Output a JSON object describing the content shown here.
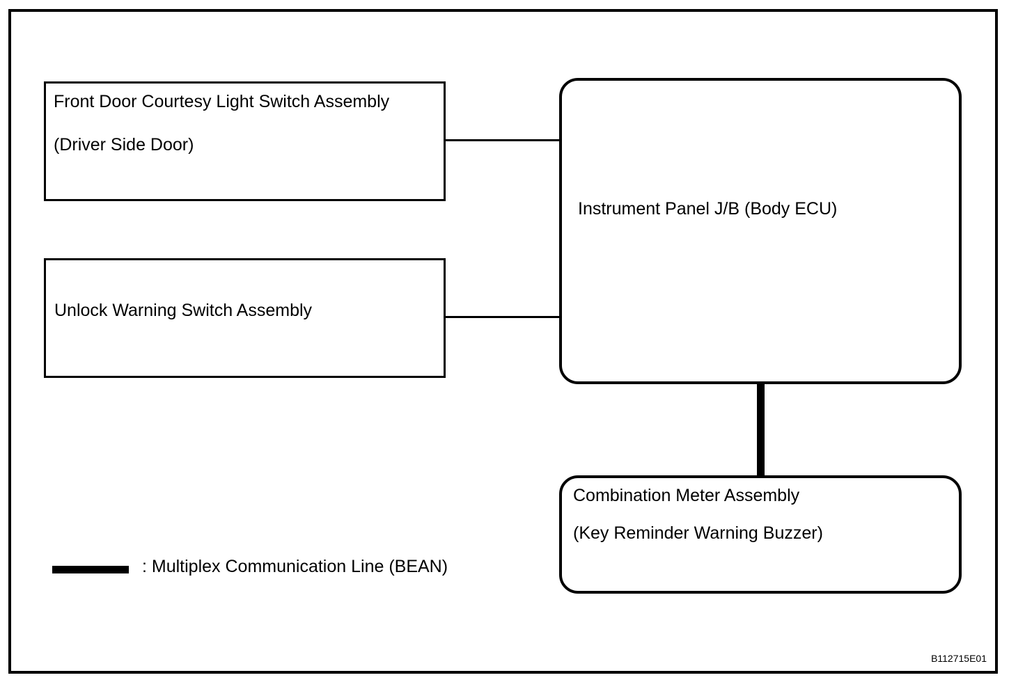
{
  "boxes": {
    "front_door_switch": {
      "line1": "Front Door Courtesy Light Switch Assembly",
      "line2": "(Driver Side Door)"
    },
    "unlock_warning_switch": {
      "label": "Unlock Warning Switch Assembly"
    },
    "instrument_panel_jb": {
      "label": "Instrument Panel J/B (Body ECU)"
    },
    "combination_meter": {
      "line1": "Combination Meter Assembly",
      "line2": "(Key Reminder Warning Buzzer)"
    }
  },
  "connections": [
    {
      "from": "front_door_switch",
      "to": "instrument_panel_jb",
      "type": "wire"
    },
    {
      "from": "unlock_warning_switch",
      "to": "instrument_panel_jb",
      "type": "wire"
    },
    {
      "from": "instrument_panel_jb",
      "to": "combination_meter",
      "type": "multiplex-bean"
    }
  ],
  "legend": {
    "label": ": Multiplex Communication Line (BEAN)"
  },
  "figure_code": "B112715E01",
  "colors": {
    "foreground": "#000000",
    "background": "#ffffff"
  }
}
